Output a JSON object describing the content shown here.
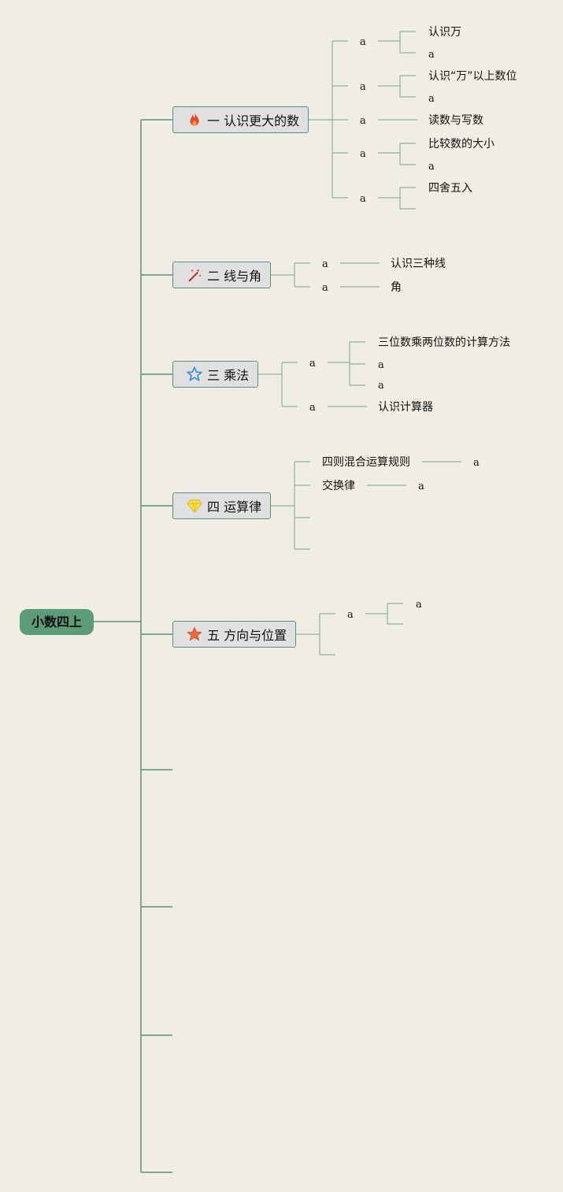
{
  "root": {
    "label": "小数四上"
  },
  "chapters": [
    {
      "label": "一 认识更大的数",
      "icon": "fire-icon",
      "topics": [
        "认识万",
        "认识“万”以上数位",
        "读数与写数",
        "比较数的大小",
        "四舍五入"
      ]
    },
    {
      "label": "二 线与角",
      "icon": "magic-wand-icon",
      "topics": [
        "认识三种线",
        "角"
      ]
    },
    {
      "label": "三 乘法",
      "icon": "star-outline-icon",
      "topics": [
        "三位数乘两位数的计算方法",
        "认识计算器"
      ]
    },
    {
      "label": "四 运算律",
      "icon": "diamond-icon",
      "topics": [
        "四则混合运算规则",
        "交换律"
      ]
    },
    {
      "label": "五 方向与位置",
      "icon": "star-filled-icon",
      "topics": []
    }
  ],
  "placeholder_text": "a",
  "colors": {
    "root_bg": "#5d9c78",
    "branch_bg": "#e0e0e0",
    "line": "#5c8f7e",
    "background": "#f0ede3"
  }
}
